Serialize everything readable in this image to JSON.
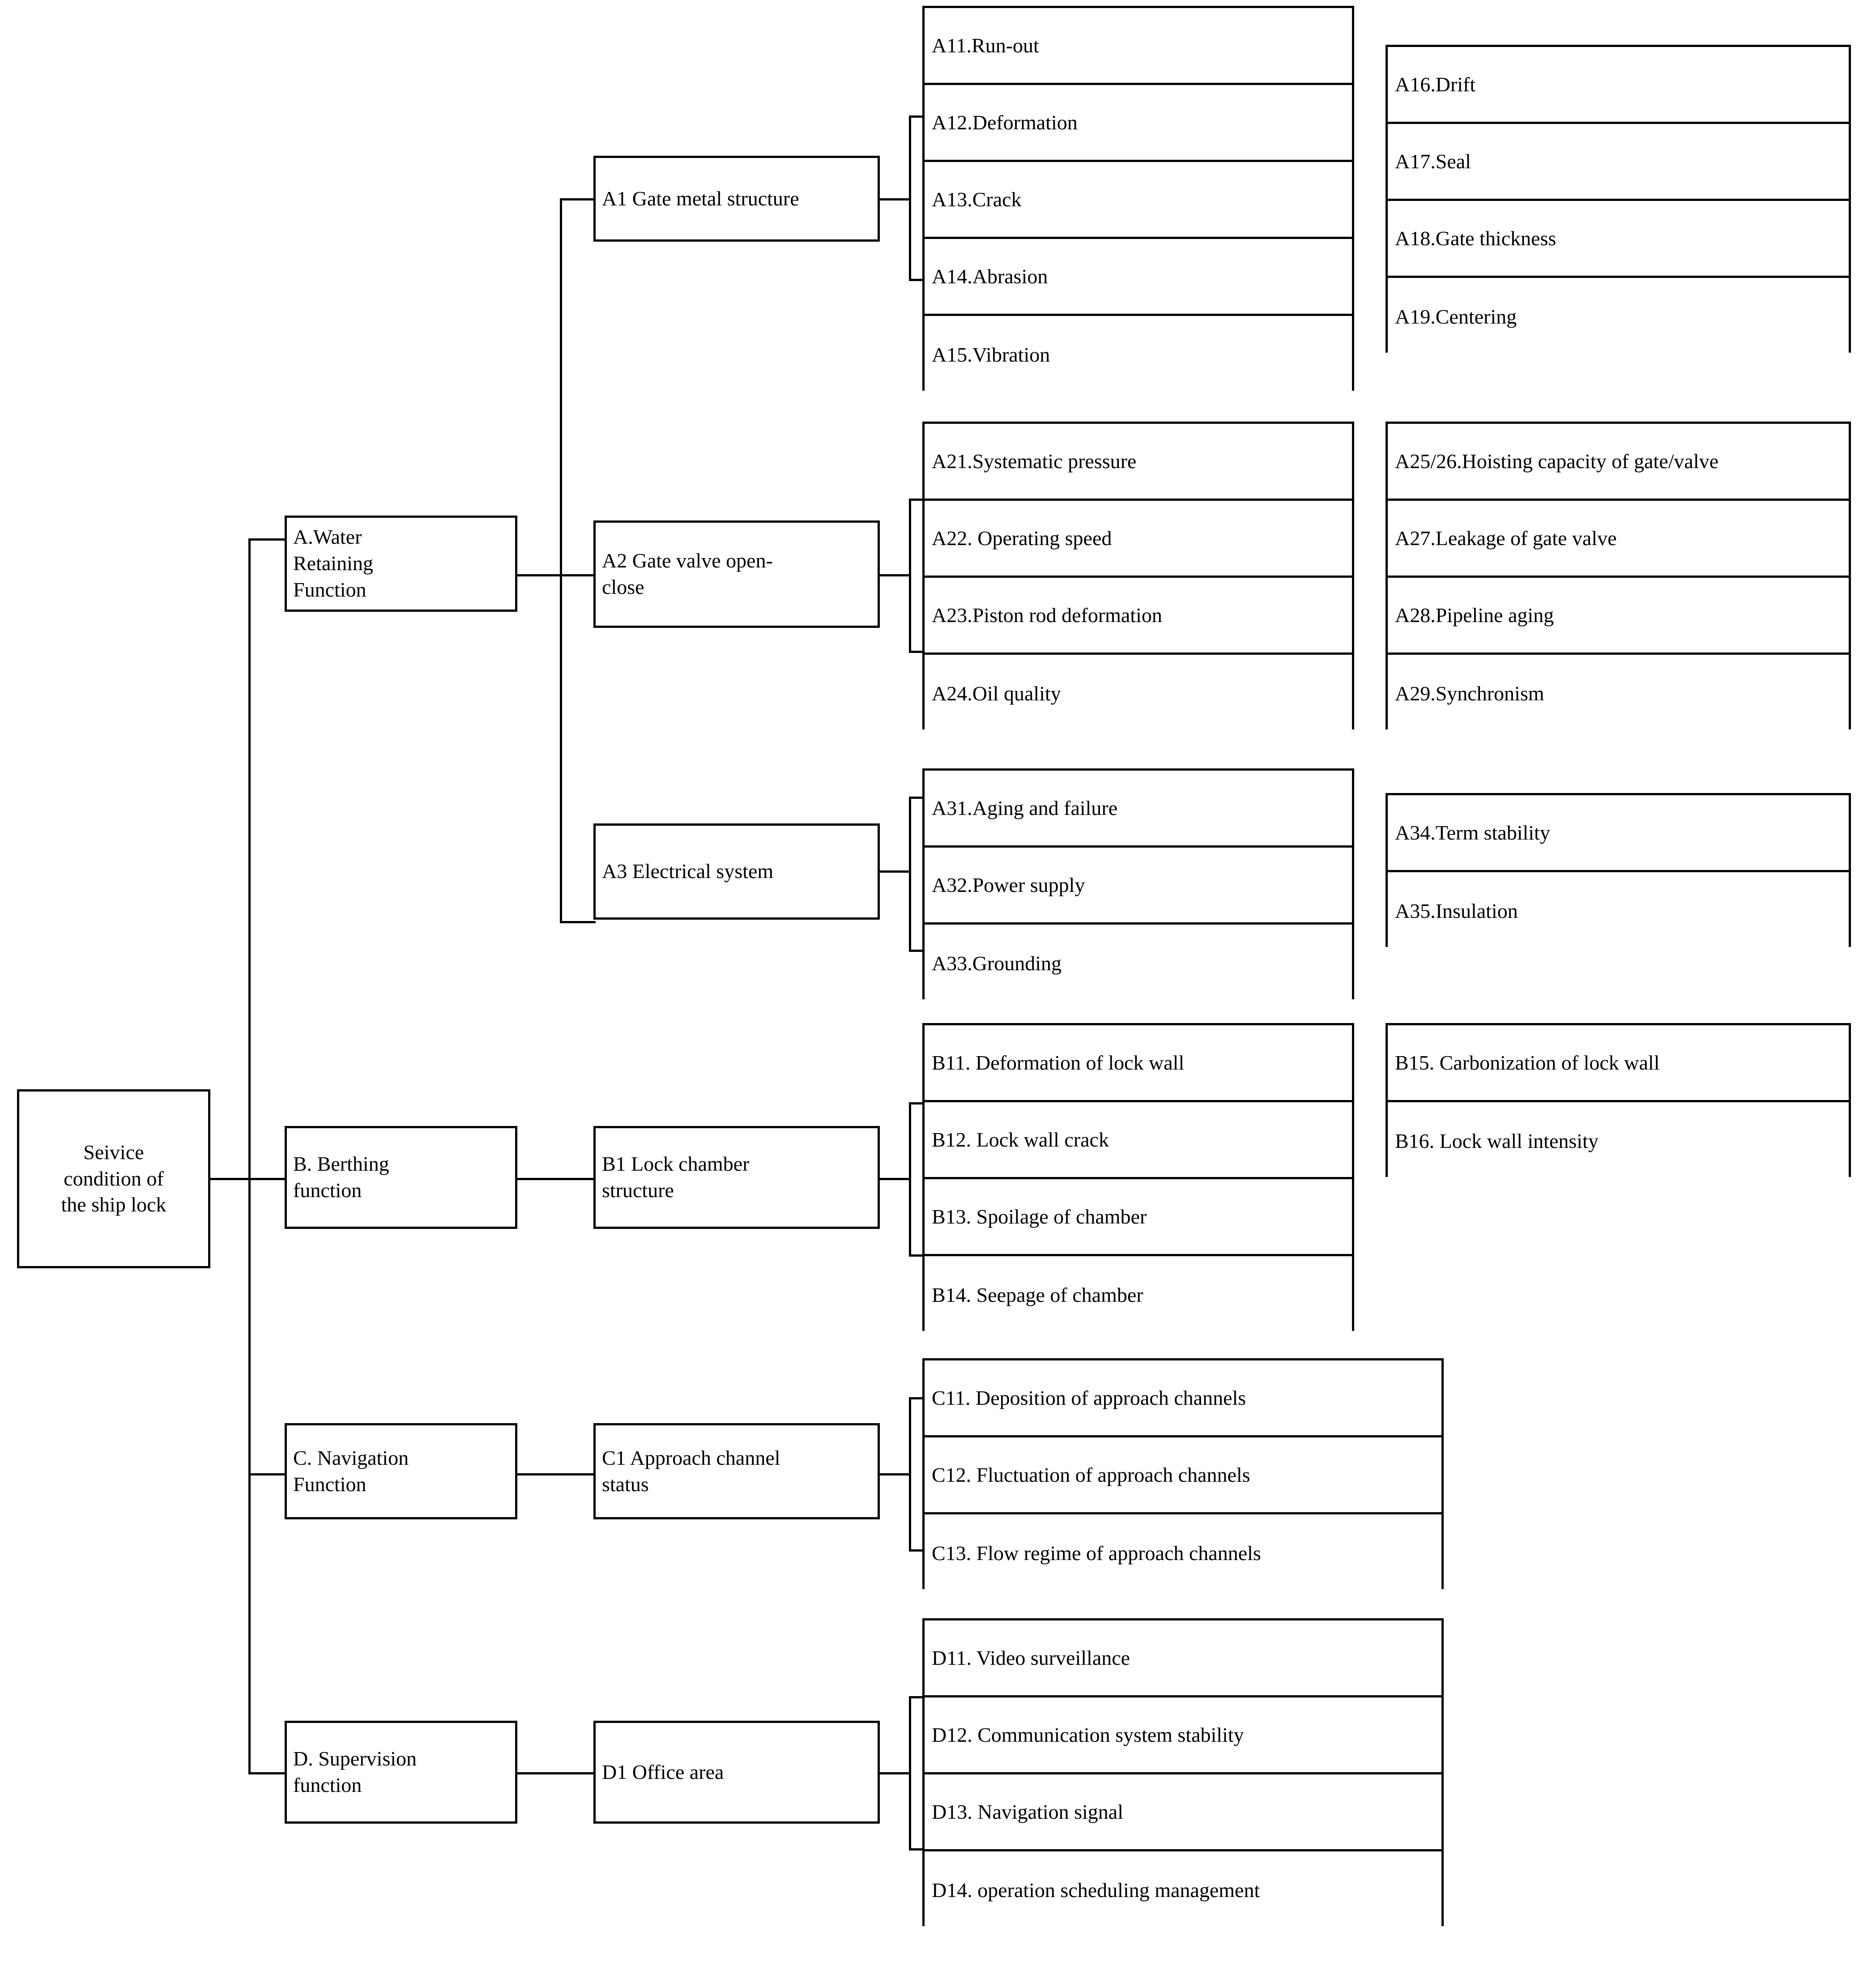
{
  "diagram": {
    "title": "Seivice condition of the ship lock",
    "type": "hierarchical-tree-diagram",
    "root": {
      "label": "Seivice\ncondition of\nthe ship lock"
    },
    "level1": [
      {
        "id": "A",
        "label": "A.Water\nRetaining\nFunction"
      },
      {
        "id": "B",
        "label": "B. Berthing\nfunction"
      },
      {
        "id": "C",
        "label": "C. Navigation\nFunction"
      },
      {
        "id": "D",
        "label": "D. Supervision\nfunction"
      }
    ],
    "level2": [
      {
        "id": "A1",
        "label": "A1 Gate metal structure"
      },
      {
        "id": "A2",
        "label": "A2 Gate valve open-\nclose"
      },
      {
        "id": "A3",
        "label": "A3 Electrical system"
      },
      {
        "id": "B1",
        "label": "B1 Lock chamber\nstructure"
      },
      {
        "id": "C1",
        "label": "C1 Approach channel\nstatus"
      },
      {
        "id": "D1",
        "label": "D1 Office area"
      }
    ],
    "groups": {
      "A1_primary": [
        "A11.Run-out",
        "A12.Deformation",
        "A13.Crack",
        "A14.Abrasion",
        "A15.Vibration"
      ],
      "A1_secondary": [
        "A16.Drift",
        "A17.Seal",
        "A18.Gate thickness",
        "A19.Centering"
      ],
      "A2_primary": [
        "A21.Systematic pressure",
        "A22. Operating speed",
        "A23.Piston rod deformation",
        "A24.Oil quality"
      ],
      "A2_secondary": [
        "A25/26.Hoisting capacity of gate/valve",
        "A27.Leakage of gate valve",
        "A28.Pipeline aging",
        "A29.Synchronism"
      ],
      "A3_primary": [
        "A31.Aging  and failure",
        "A32.Power supply",
        "A33.Grounding"
      ],
      "A3_secondary": [
        "A34.Term stability",
        "A35.Insulation"
      ],
      "B1_primary": [
        "B11. Deformation of lock wall",
        "B12. Lock wall crack",
        "B13. Spoilage of chamber",
        "B14. Seepage of chamber"
      ],
      "B1_secondary": [
        "B15. Carbonization of lock wall",
        "B16. Lock wall intensity"
      ],
      "C1_primary": [
        "C11. Deposition of approach channels",
        "C12. Fluctuation of approach channels",
        "C13. Flow regime of approach channels"
      ],
      "D1_primary": [
        "D11. Video surveillance",
        "D12. Communication system stability",
        "D13. Navigation signal",
        "D14. operation scheduling management"
      ]
    },
    "colors": {
      "line": "#000000",
      "background": "#ffffff",
      "text": "#000000"
    }
  }
}
